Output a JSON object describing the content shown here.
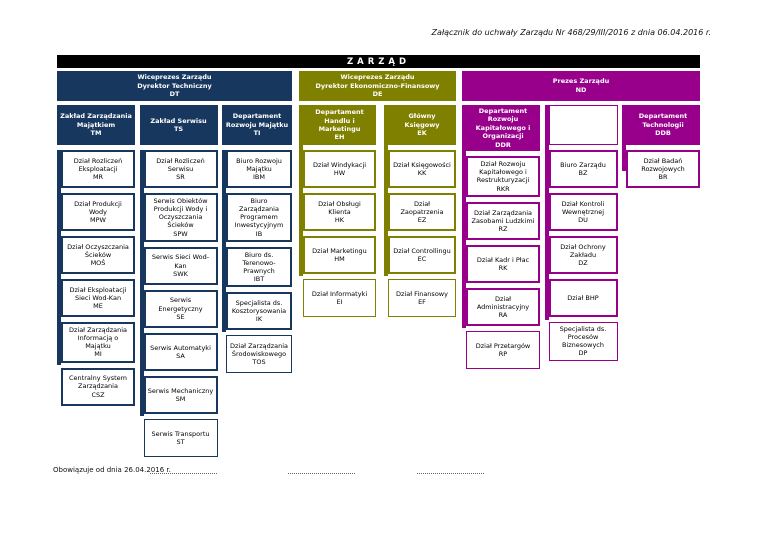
{
  "page": {
    "attachment_note": "Załącznik do uchwały Zarządu Nr 468/29/III/2016 z dnia 06.04.2016 r.",
    "board_label": "ZARZĄD",
    "effective_note": "Obowiązuje od dnia 26.04.2016 r."
  },
  "colors": {
    "board_bar": "#000000",
    "technical_branch": "#17375E",
    "economic_branch": "#7F7F00",
    "president_branch": "#98008C"
  },
  "groups": [
    {
      "code": "DT",
      "title": "Wiceprezes Zarządu\nDyrektor Techniczny\nDT",
      "columns": [
        {
          "header": {
            "name": "Zakład Zarządzania Majątkiem",
            "code": "TM"
          },
          "boxes": [
            {
              "name": "Dział Rozliczeń Eksploatacji",
              "code": "MR"
            },
            {
              "name": "Dział Produkcji Wody",
              "code": "MPW"
            },
            {
              "name": "Dział Oczyszczania Ścieków",
              "code": "MOŚ"
            },
            {
              "name": "Dział Eksploatacji Sieci Wod-Kan",
              "code": "ME"
            },
            {
              "name": "Dział Zarządzania Informacją o Majątku",
              "code": "MI"
            },
            {
              "name": "Centralny System Zarządzania",
              "code": "CSZ"
            }
          ]
        },
        {
          "header": {
            "name": "Zakład Serwisu",
            "code": "TS"
          },
          "boxes": [
            {
              "name": "Dział Rozliczeń Serwisu",
              "code": "SR"
            },
            {
              "name": "Serwis Obiektów Produkcji Wody i Oczyszczania Ścieków",
              "code": "SPW"
            },
            {
              "name": "Serwis Sieci Wod-Kan",
              "code": "SWK"
            },
            {
              "name": "Serwis Energetyczny",
              "code": "SE"
            },
            {
              "name": "Serwis Automatyki",
              "code": "SA"
            },
            {
              "name": "Serwis Mechaniczny",
              "code": "SM"
            },
            {
              "name": "Serwis Transportu",
              "code": "ST"
            }
          ]
        },
        {
          "header": {
            "name": "Departament Rozwoju Majątku",
            "code": "TI"
          },
          "boxes": [
            {
              "name": "Biuro Rozwoju Majątku",
              "code": "IBM"
            },
            {
              "name": "Biuro Zarządzania Programem Inwestycyjnym",
              "code": "IB"
            },
            {
              "name": "Biuro ds. Terenowo-Prawnych",
              "code": "IBT"
            },
            {
              "name": "Specjalista ds. Kosztorysowania",
              "code": "IK"
            },
            {
              "name": "Dział Zarządzania Środowiskowego",
              "code": "TOS"
            }
          ]
        }
      ]
    },
    {
      "code": "DE",
      "title": "Wiceprezes Zarządu\nDyrektor Ekonomiczno-Finansowy\nDE",
      "columns": [
        {
          "header": {
            "name": "Departament Handlu i Marketingu",
            "code": "EH"
          },
          "boxes": [
            {
              "name": "Dział Windykacji",
              "code": "HW"
            },
            {
              "name": "Dział Obsługi Klienta",
              "code": "HK"
            },
            {
              "name": "Dział Marketingu",
              "code": "HM"
            },
            {
              "name": "Dział Informatyki",
              "code": "EI"
            }
          ]
        },
        {
          "header": {
            "name": "Główny Księgowy",
            "code": "EK"
          },
          "boxes": [
            {
              "name": "Dział Księgowości",
              "code": "KK"
            },
            {
              "name": "Dział Zaopatrzenia",
              "code": "EZ"
            },
            {
              "name": "Dział Controllingu",
              "code": "EC"
            },
            {
              "name": "Dział Finansowy",
              "code": "EF"
            }
          ]
        }
      ]
    },
    {
      "code": "ND",
      "title": "Prezes Zarządu\nND",
      "columns": [
        {
          "header": {
            "name": "Departament Rozwoju Kapitałowego i Organizacji",
            "code": "DDR"
          },
          "boxes": [
            {
              "name": "Dział Rozwoju Kapitałowego i Restrukturyzacji",
              "code": "RKR"
            },
            {
              "name": "Dział Zarządzania Zasobami Ludzkimi",
              "code": "RZ"
            },
            {
              "name": "Dział Kadr i Płac",
              "code": "RK"
            },
            {
              "name": "Dział Administracyjny",
              "code": "RA"
            },
            {
              "name": "Dział Przetargów",
              "code": "RP"
            }
          ]
        },
        {
          "header": null,
          "boxes": [
            {
              "name": "Biuro Zarządu",
              "code": "BZ"
            },
            {
              "name": "Dział Kontroli Wewnętrznej",
              "code": "DU"
            },
            {
              "name": "Dział Ochrony Zakładu",
              "code": "DZ"
            },
            {
              "name": "Dział BHP",
              "code": ""
            },
            {
              "name": "Specjalista ds. Procesów Biznesowych",
              "code": "DP"
            }
          ]
        },
        {
          "header": {
            "name": "Departament Technologii",
            "code": "DDB"
          },
          "boxes": [
            {
              "name": "Dział Badań Rozwojowych",
              "code": "BR"
            }
          ]
        }
      ]
    }
  ]
}
